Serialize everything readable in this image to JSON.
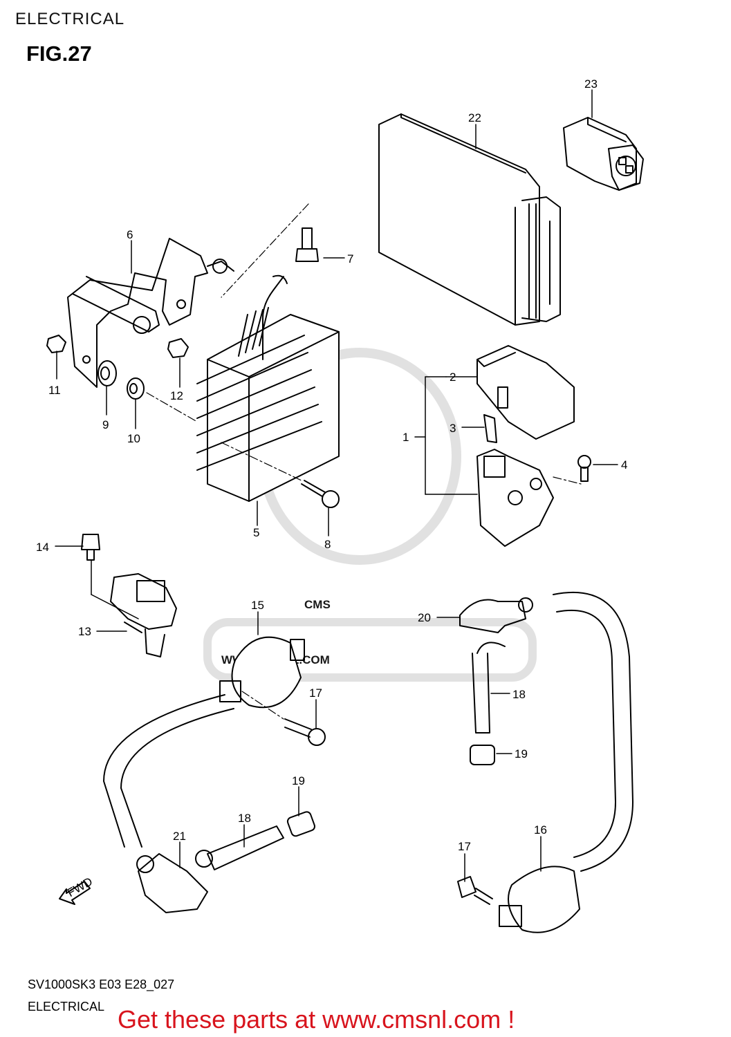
{
  "header": {
    "section": "ELECTRICAL"
  },
  "figure": {
    "title": "FIG.27"
  },
  "parts": [
    {
      "id": "1",
      "label": "1"
    },
    {
      "id": "2",
      "label": "2"
    },
    {
      "id": "3",
      "label": "3"
    },
    {
      "id": "4",
      "label": "4"
    },
    {
      "id": "5",
      "label": "5"
    },
    {
      "id": "6",
      "label": "6"
    },
    {
      "id": "7",
      "label": "7"
    },
    {
      "id": "8",
      "label": "8"
    },
    {
      "id": "9",
      "label": "9"
    },
    {
      "id": "10",
      "label": "10"
    },
    {
      "id": "11",
      "label": "11"
    },
    {
      "id": "12",
      "label": "12"
    },
    {
      "id": "13",
      "label": "13"
    },
    {
      "id": "14",
      "label": "14"
    },
    {
      "id": "15",
      "label": "15"
    },
    {
      "id": "16",
      "label": "16"
    },
    {
      "id": "17a",
      "label": "17"
    },
    {
      "id": "17b",
      "label": "17"
    },
    {
      "id": "18a",
      "label": "18"
    },
    {
      "id": "18b",
      "label": "18"
    },
    {
      "id": "19a",
      "label": "19"
    },
    {
      "id": "19b",
      "label": "19"
    },
    {
      "id": "20",
      "label": "20"
    },
    {
      "id": "21",
      "label": "21"
    },
    {
      "id": "22",
      "label": "22"
    },
    {
      "id": "23",
      "label": "23"
    }
  ],
  "direction_marker": {
    "label": "FWD"
  },
  "watermark": {
    "brand": "CMS",
    "url": "WWW.CMSNL.COM"
  },
  "footer": {
    "model_code": "SV1000SK3 E03 E28_027",
    "title": "ELECTRICAL",
    "cta": "Get these parts at www.cmsnl.com !"
  },
  "colors": {
    "cta": "#d8141d",
    "line": "#000000",
    "watermark": "#d9d9d9"
  }
}
